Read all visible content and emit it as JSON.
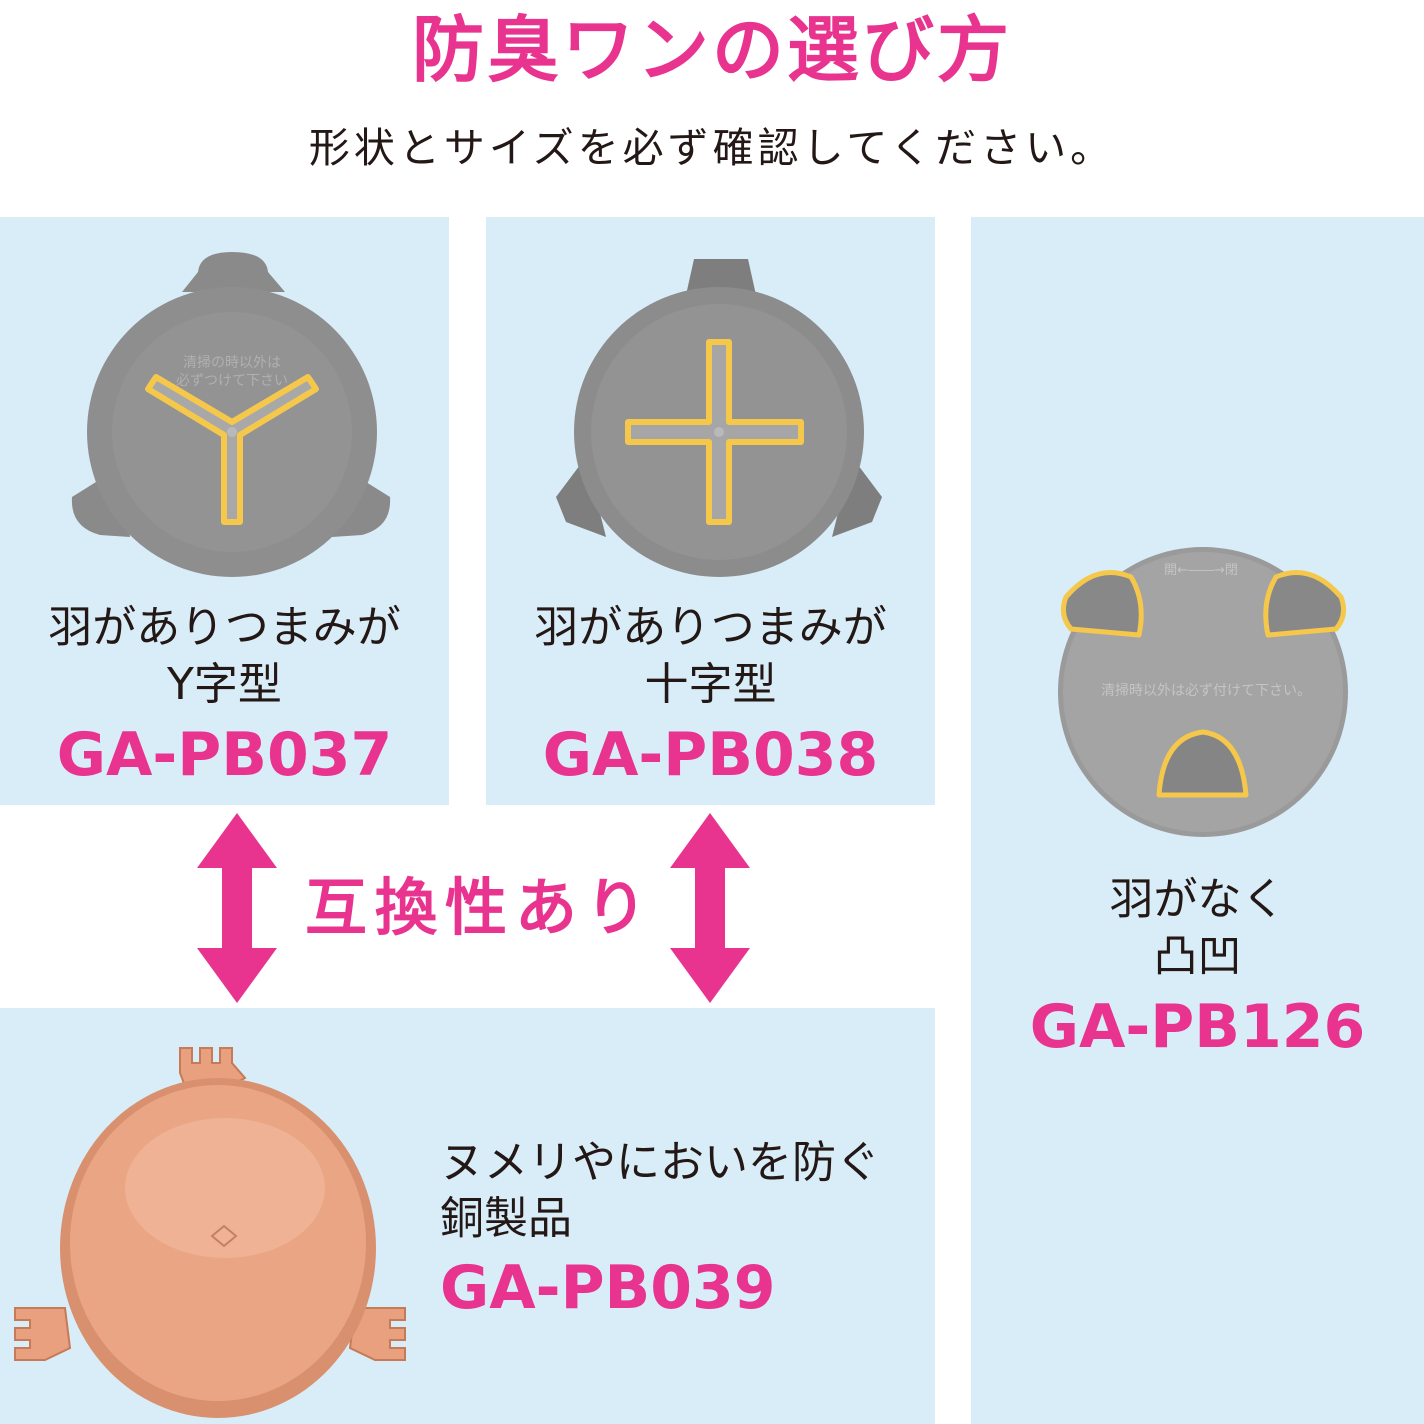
{
  "header": {
    "title": "防臭ワンの選び方",
    "subtitle": "形状とサイズを必ず確認してください。"
  },
  "compat_label": "互換性あり",
  "products": {
    "y": {
      "desc_line1": "羽がありつまみが",
      "desc_line2": "Y字型",
      "code": "GA-PB037",
      "cap_text1": "清掃の時以外は",
      "cap_text2": "必ずつけて下さい"
    },
    "cross": {
      "desc_line1": "羽がありつまみが",
      "desc_line2": "十字型",
      "code": "GA-PB038"
    },
    "none": {
      "desc_line1": "羽がなく",
      "desc_line2": "凸凹",
      "code": "GA-PB126",
      "cap_text": "清掃時以外は必ず付けて下さい。",
      "cap_open": "開←――→閉"
    },
    "copper": {
      "desc_line1": "ヌメリやにおいを防ぐ",
      "desc_line2": "銅製品",
      "code": "GA-PB039"
    }
  },
  "colors": {
    "accent": "#e8348f",
    "panel": "#d9edf8",
    "highlight": "#f5c84b",
    "gray_cap": "#8e8e8e",
    "copper": "#e4a07e"
  }
}
